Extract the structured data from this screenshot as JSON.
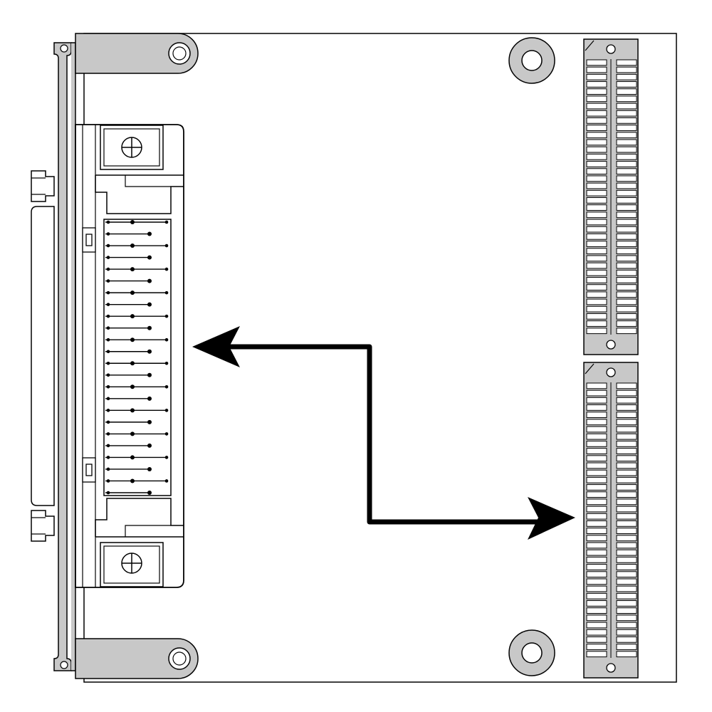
{
  "diagram": {
    "colors": {
      "background": "#ffffff",
      "line": "#000000",
      "metal": "#c8c8c8",
      "connector_fill": "#ffffff"
    },
    "front_connector": {
      "pin_rows": 24
    },
    "edge_connectors": [
      {
        "id": "upper",
        "contact_rows": 38
      },
      {
        "id": "lower",
        "contact_rows": 38
      }
    ],
    "arrow": {
      "style": "double-headed elbow",
      "connects": [
        "front-connector",
        "edge-connector-lower"
      ]
    }
  }
}
